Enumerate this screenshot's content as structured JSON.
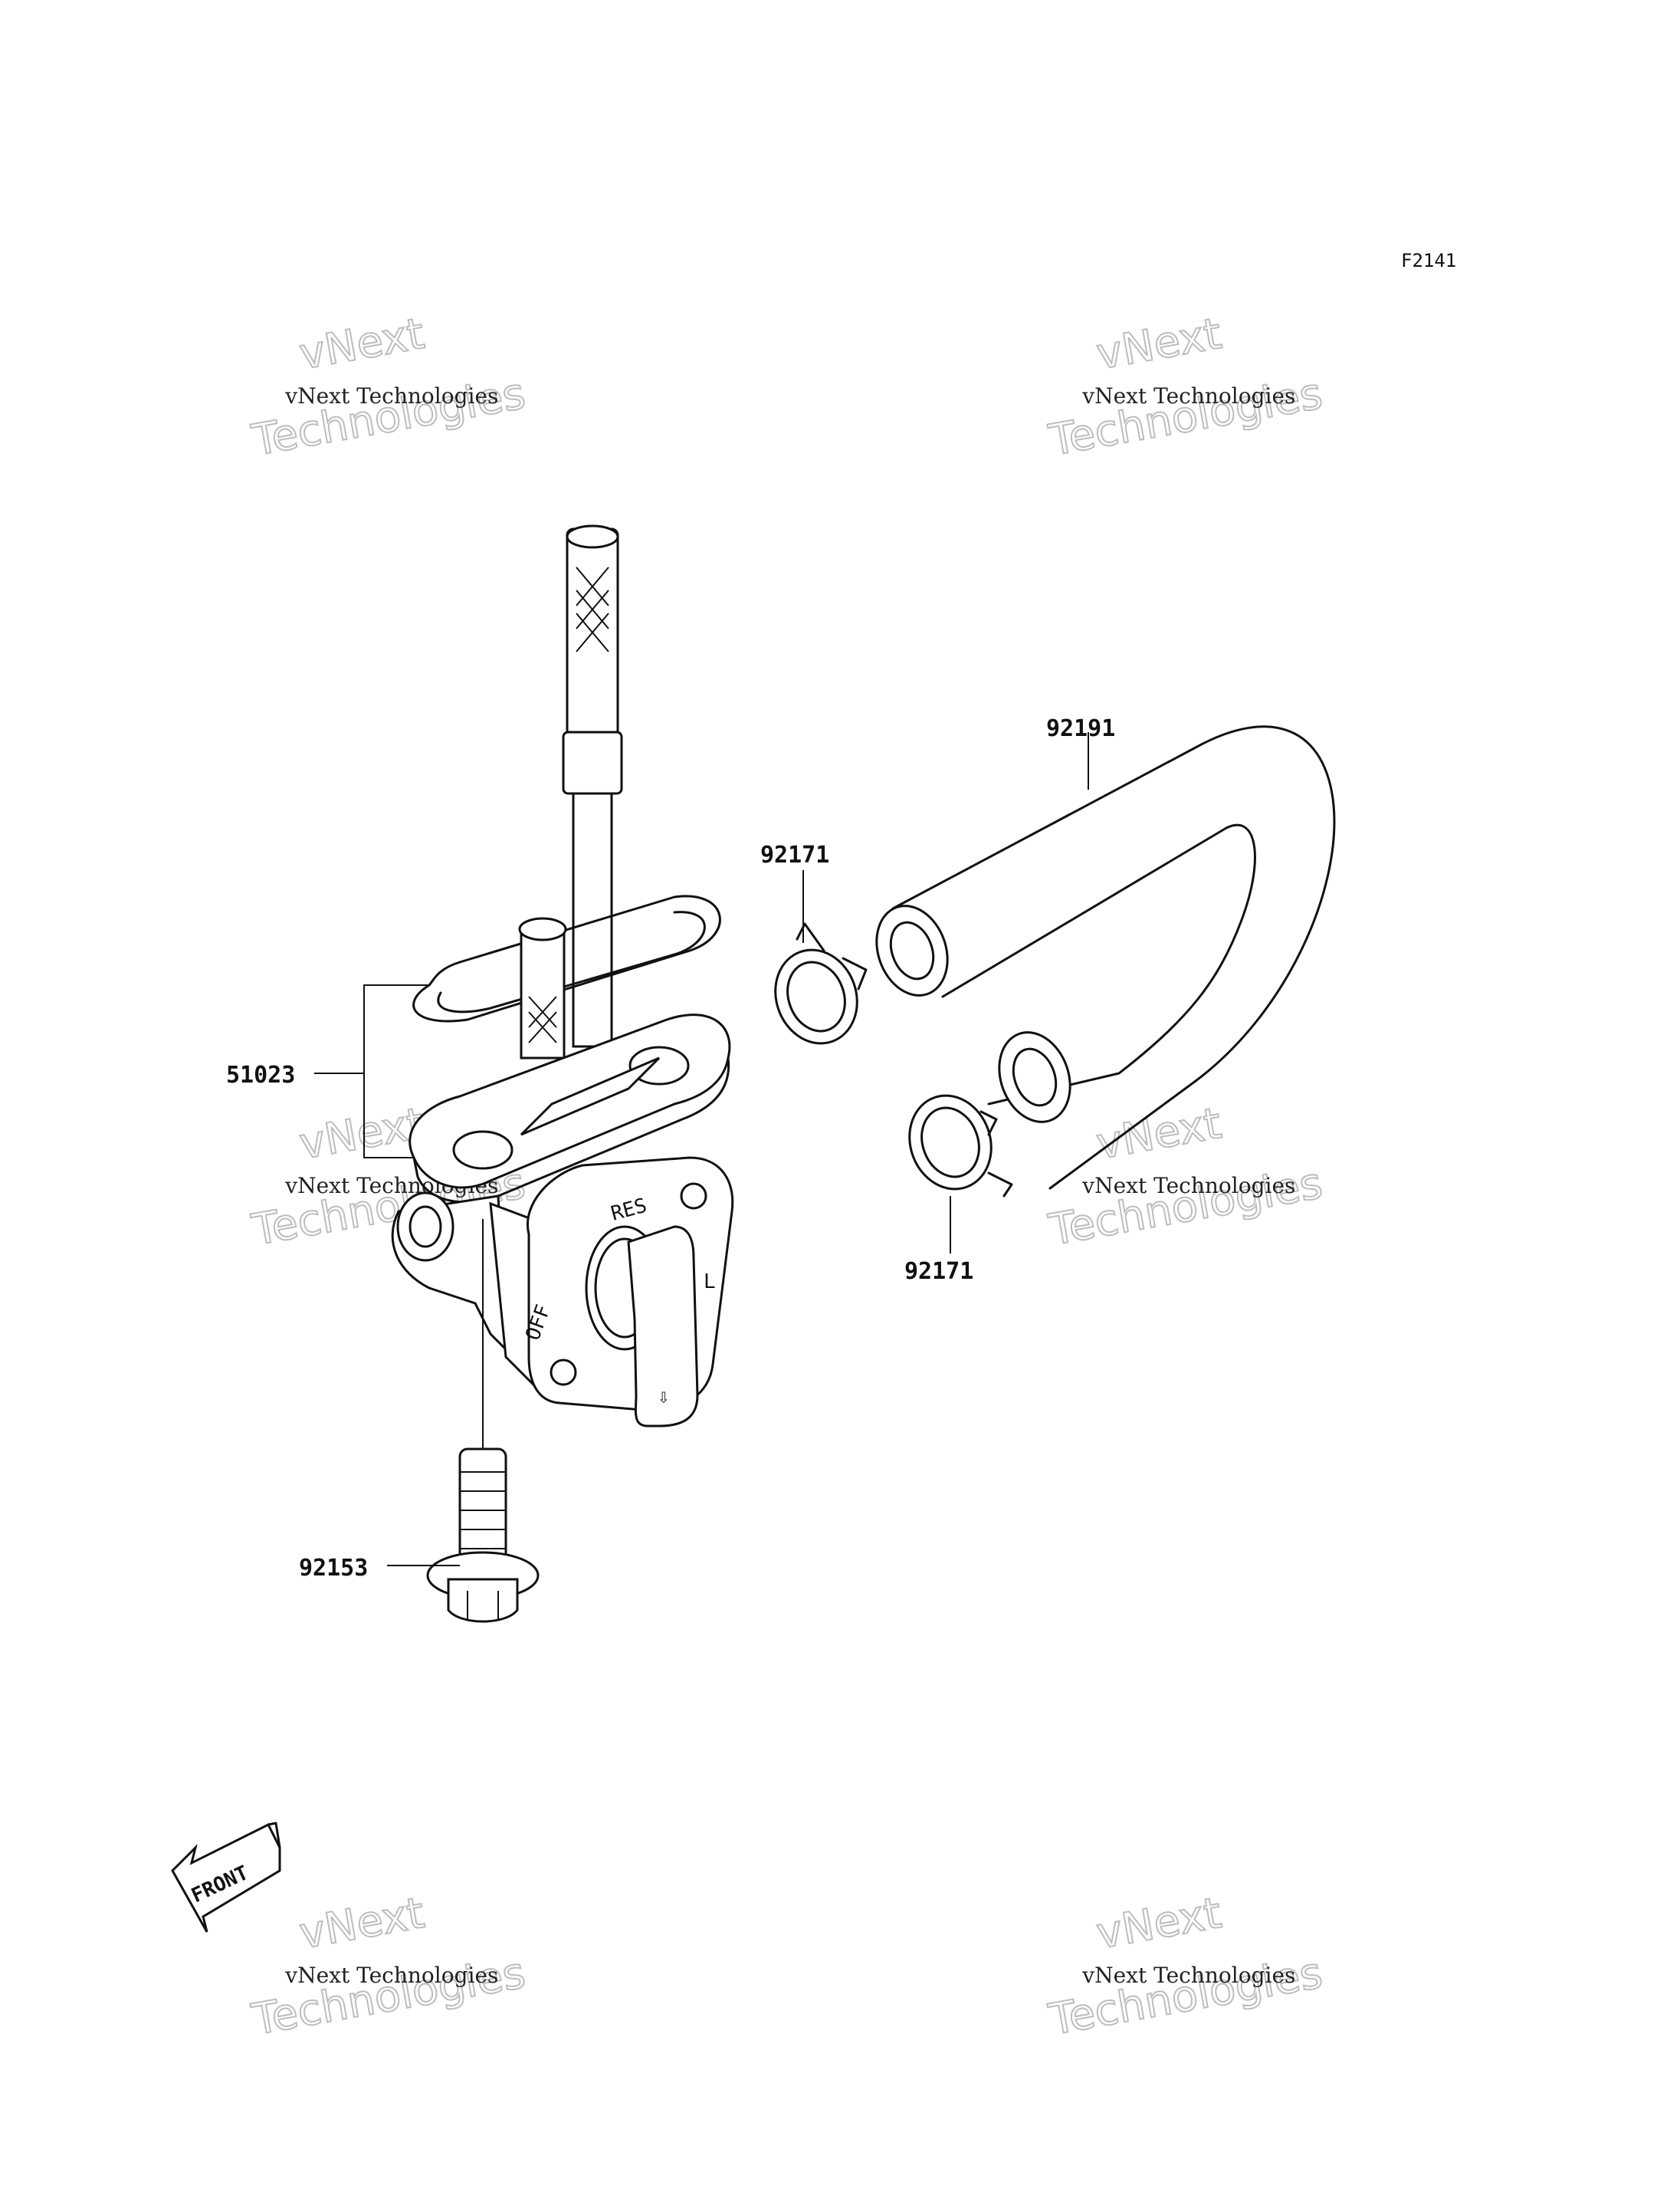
{
  "figure_code": "F2141",
  "watermark": {
    "line": "vNext Technologies",
    "big_top": "vNext",
    "big_bottom": "Technologies"
  },
  "parts": {
    "fuel_cock": "51023",
    "bolt": "92153",
    "clamp_upper": "92171",
    "clamp_lower": "92171",
    "hose": "92191"
  },
  "dial": {
    "res": "RES",
    "off": "OFF",
    "on": "L"
  },
  "front_arrow": "FRONT"
}
